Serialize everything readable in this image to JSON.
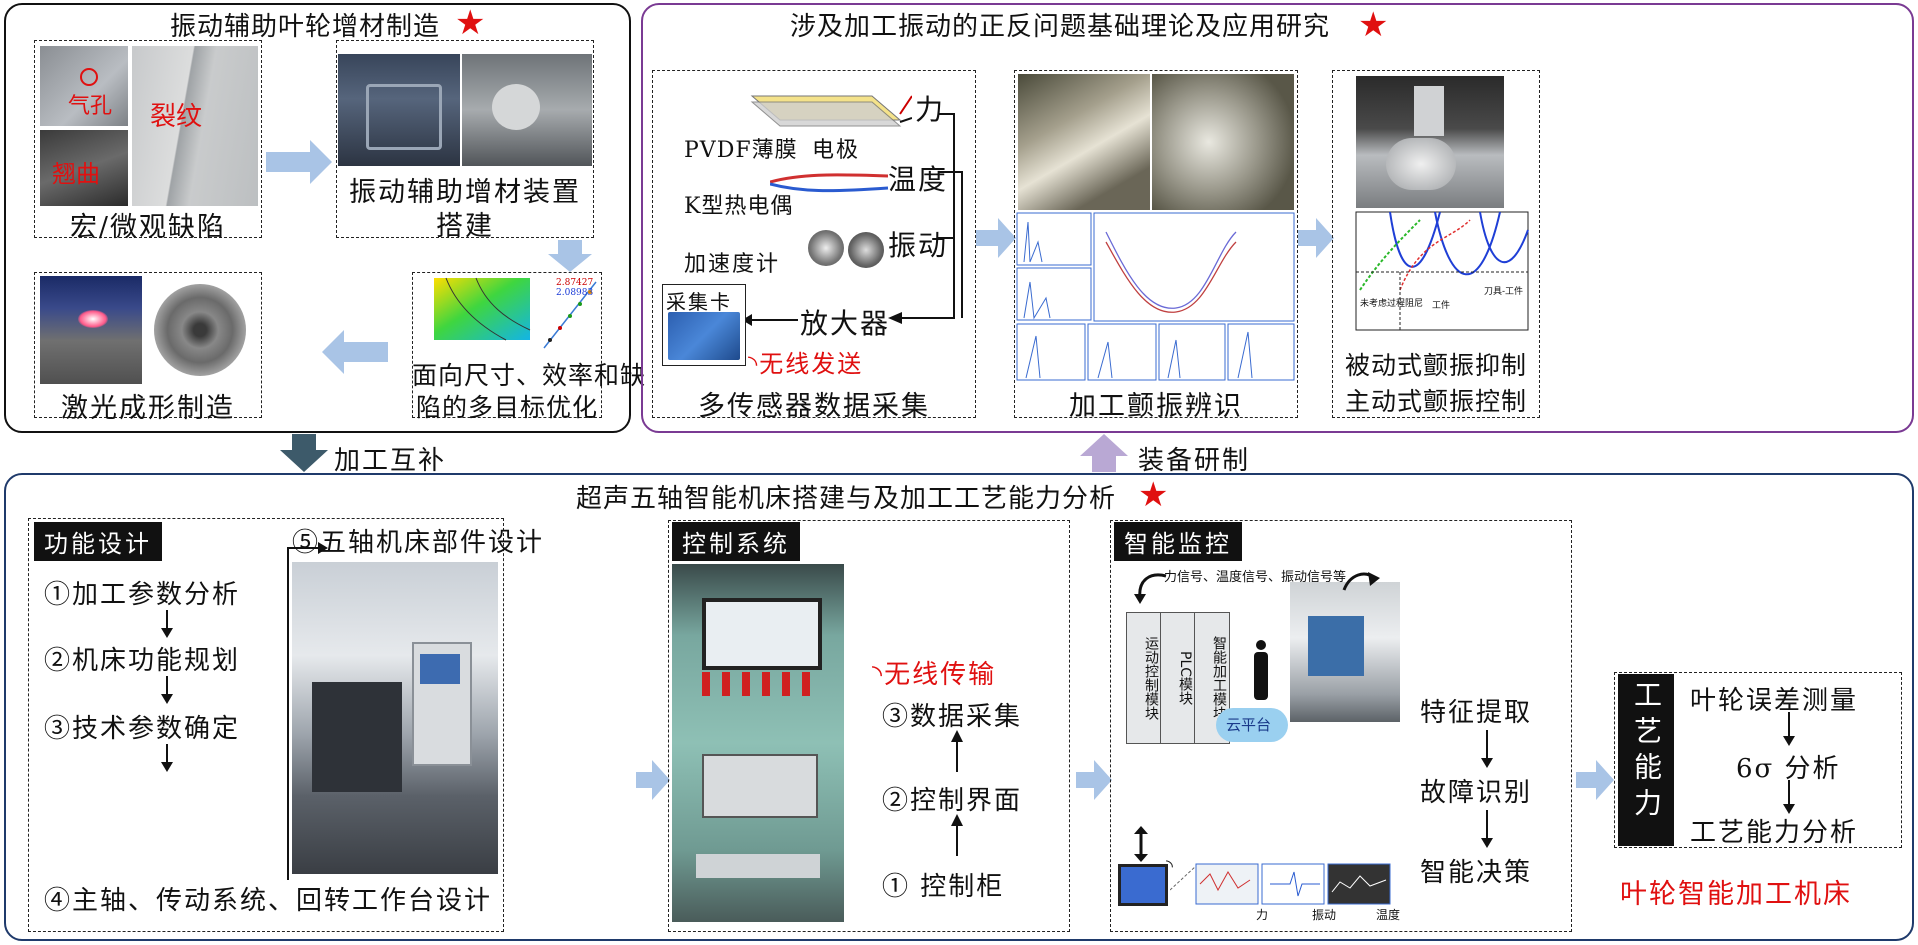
{
  "colors": {
    "star": "#e01010",
    "panel_black": "#111111",
    "panel_purple": "#7a3a93",
    "panel_navy": "#1f3a6b",
    "flow_arrow": "#a9c4e6"
  },
  "panel_am": {
    "title": "振动辅助叶轮增材制造",
    "defects": {
      "label": "宏/微观缺陷",
      "pore": "气孔",
      "crack": "裂纹",
      "warp": "翘曲"
    },
    "device": {
      "label_line1": "振动辅助增材装置",
      "label_line2": "搭建"
    },
    "laser": {
      "label": "激光成形制造"
    },
    "opt": {
      "label_line1": "面向尺寸、效率和缺",
      "label_line2": "陷的多目标优化",
      "legend_hi": "2.87427",
      "legend_lo": "2.08983"
    }
  },
  "panel_vib": {
    "title": "涉及加工振动的正反问题基础理论及应用研究",
    "sensors": {
      "label": "多传感器数据采集",
      "force": "力",
      "pvdf": "PVDF薄膜",
      "electrode": "电极",
      "temp": "温度",
      "thermo": "K型热电偶",
      "vib": "振动",
      "accel": "加速度计",
      "amp": "放大器",
      "daq": "采集卡",
      "wireless": "无线发送"
    },
    "chatter_id": {
      "label": "加工颤振辨识"
    },
    "chatter_ctrl": {
      "label_line1": "被动式颤振抑制",
      "label_line2": "主动式颤振控制",
      "legend_tool": "刀具-工件",
      "legend_work": "工件",
      "legend_none": "未考虑过程阻尼"
    }
  },
  "links": {
    "mutual": "加工互补",
    "equip": "装备研制"
  },
  "panel_machine": {
    "title": "超声五轴智能机床搭建与及加工工艺能力分析",
    "func": {
      "tag": "功能设计",
      "step1": "①加工参数分析",
      "step2": "②机床功能规划",
      "step3": "③技术参数确定",
      "step4": "④主轴、传动系统、回转工作台设计",
      "step5": "⑤五轴机床部件设计"
    },
    "control": {
      "tag": "控制系统",
      "wireless": "无线传输",
      "s3": "③数据采集",
      "s2": "②控制界面",
      "s1": "① 控制柜"
    },
    "monitor": {
      "tag": "智能监控",
      "signals": "力信号、温度信号、振动信号等",
      "motion": "运动控制模块",
      "plc": "PLC模块",
      "smart": "智能加工模块",
      "cloud": "云平台",
      "force": "力",
      "vib": "振动",
      "temp": "温度",
      "f1": "特征提取",
      "f2": "故障识别",
      "f3": "智能决策"
    },
    "process": {
      "tag": "工艺能力",
      "p1": "叶轮误差测量",
      "p2": "6σ 分析",
      "p3": "工艺能力分析",
      "caption": "叶轮智能加工机床"
    }
  }
}
